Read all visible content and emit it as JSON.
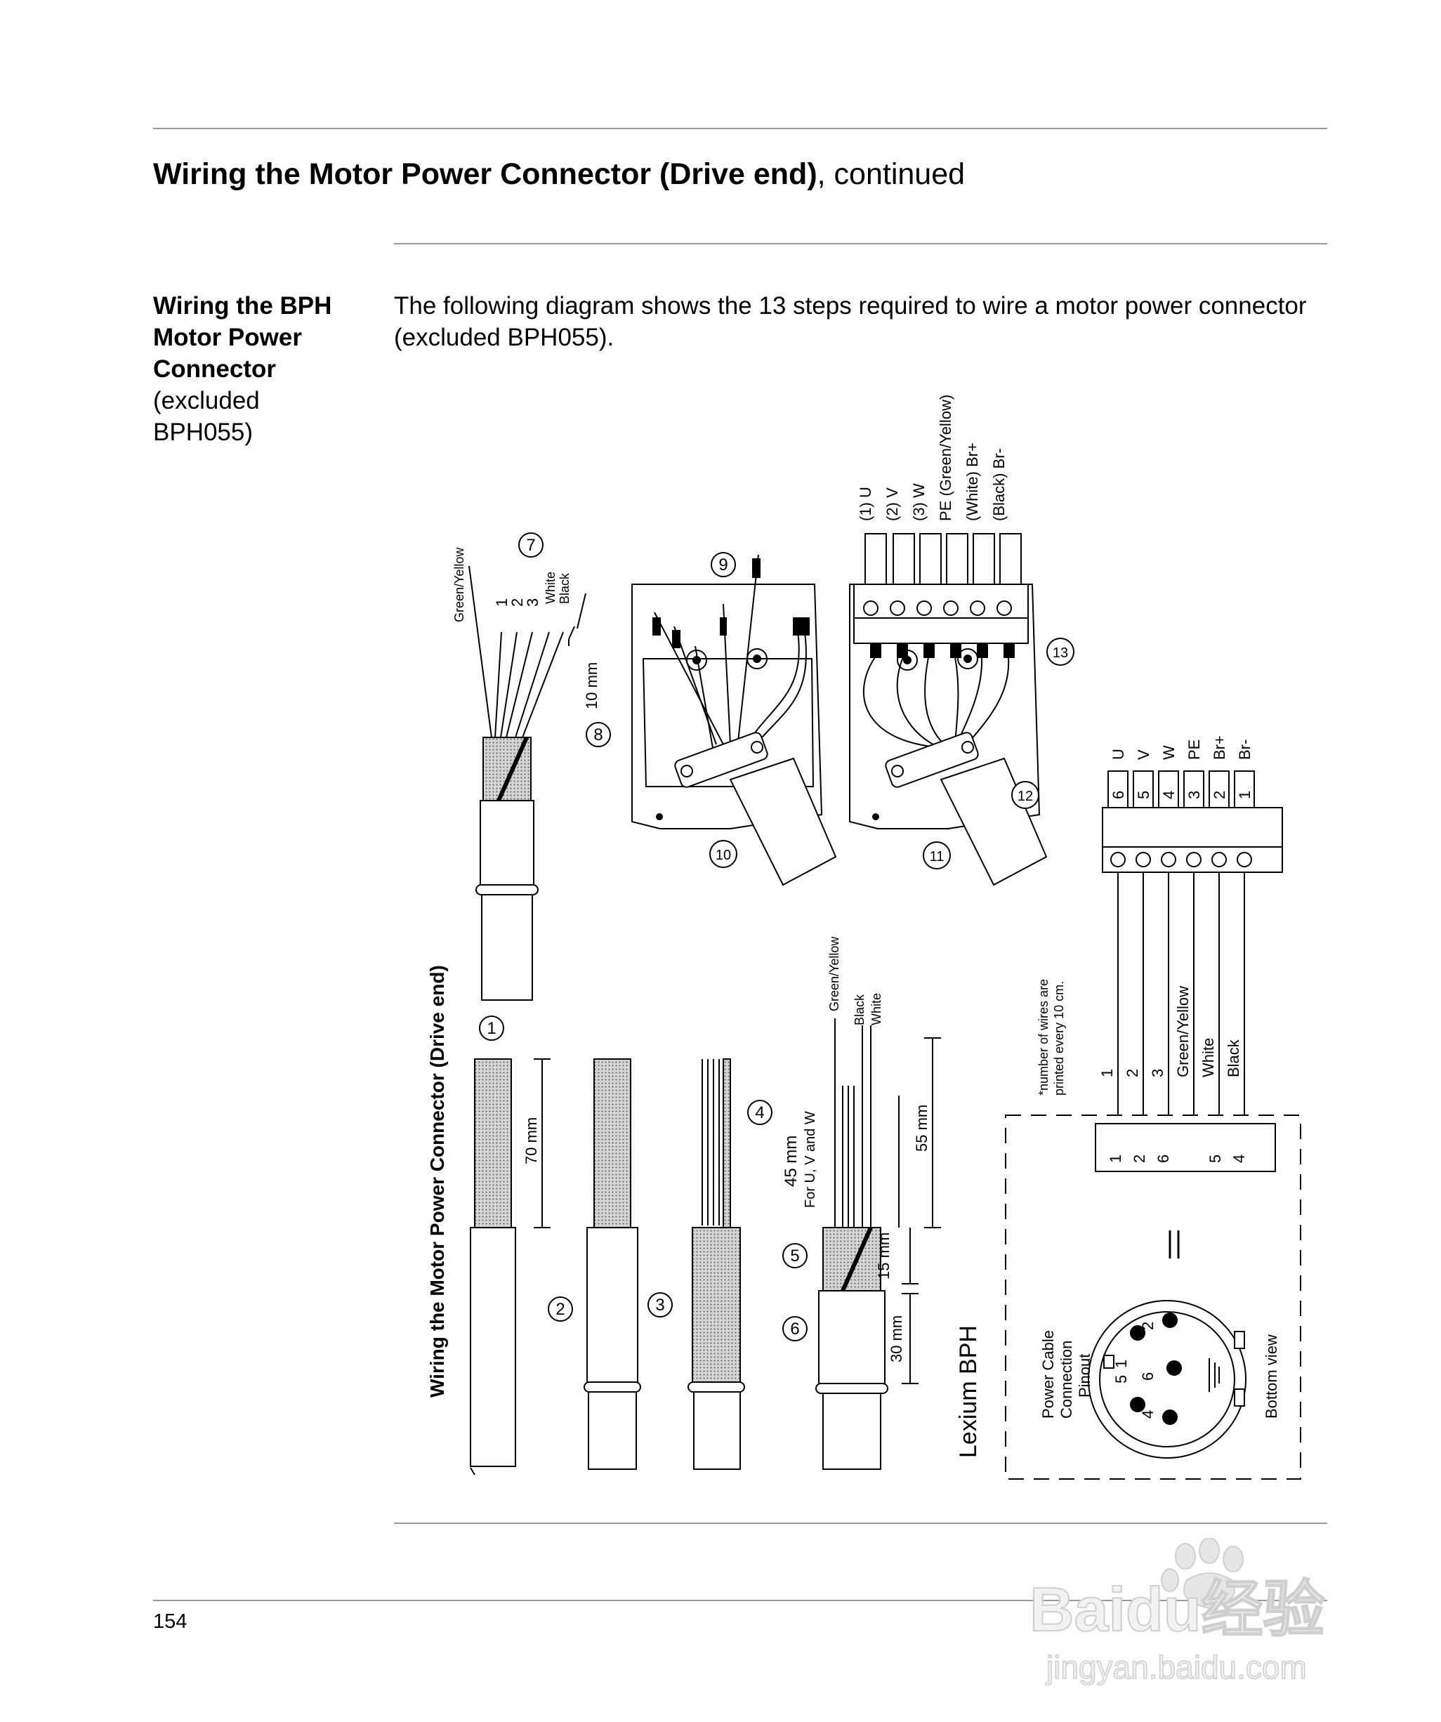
{
  "header": {
    "title_bold": "Wiring the Motor Power Connector (Drive end)",
    "title_rest": ", continued"
  },
  "sidebar": {
    "heading_line1": "Wiring the BPH",
    "heading_line2": "Motor Power",
    "heading_line3": "Connector",
    "note_line1": "(excluded",
    "note_line2": "BPH055)"
  },
  "intro": "The following diagram shows the 13 steps required to wire a motor power connector (excluded BPH055).",
  "diagram": {
    "title": "Wiring the Motor Power Connector (Drive end)",
    "steps": [
      "1",
      "2",
      "3",
      "4",
      "5",
      "6",
      "7",
      "8",
      "9",
      "10",
      "11",
      "12",
      "13"
    ],
    "dim_70": "70 mm",
    "dim_45": "45 mm",
    "dim_45_note": "For U, V and W",
    "dim_55": "55 mm",
    "dim_15": "15 mm",
    "dim_30": "30 mm",
    "dim_10": "10 mm",
    "wire_green_yellow": "Green/Yellow",
    "wire_black": "Black",
    "wire_white": "White",
    "wire_1": "1",
    "wire_2": "2",
    "wire_3": "3",
    "terminal_labels": [
      "(1) U",
      "(2) V",
      "(3) W",
      "PE (Green/Yellow)",
      "(White) Br+",
      "(Black) Br-"
    ],
    "block_signals": [
      "U",
      "V",
      "W",
      "PE",
      "Br+",
      "Br-"
    ],
    "block_numbers": [
      "6",
      "5",
      "4",
      "3",
      "2",
      "1"
    ],
    "wire_list": [
      "1",
      "2",
      "3",
      "Green/Yellow",
      "White",
      "Black"
    ],
    "footnote_line1": "*number of wires are",
    "footnote_line2": "printed every 10 cm.",
    "conn_pins": [
      "1",
      "2",
      "6",
      "5",
      "4"
    ],
    "equals": "=",
    "lexium": "Lexium BPH",
    "pinout_line1": "Power Cable",
    "pinout_line2": "Connection",
    "pinout_line3": "Pinout",
    "bottom_view": "Bottom view",
    "circle_pins": [
      "2",
      "1",
      "6",
      "5",
      "4"
    ]
  },
  "page_number": "154",
  "watermark": {
    "logo": "Baidu经验",
    "url": "jingyan.baidu.com"
  }
}
